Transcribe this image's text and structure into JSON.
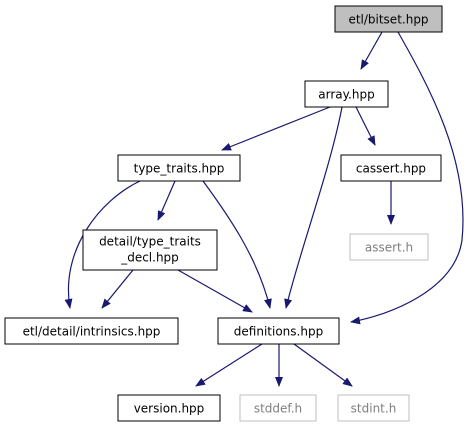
{
  "graph": {
    "colors": {
      "edge": "#191970",
      "root_fill": "#bfbfbf",
      "node_fill": "#ffffff",
      "node_border": "#000000",
      "external_border": "#bfbfbf",
      "external_text": "#7f7f7f",
      "text": "#000000"
    },
    "nodes": [
      {
        "id": "bitset",
        "label": "etl/bitset.hpp",
        "kind": "root"
      },
      {
        "id": "array",
        "label": "array.hpp",
        "kind": "normal"
      },
      {
        "id": "type_traits",
        "label": "type_traits.hpp",
        "kind": "normal"
      },
      {
        "id": "cassert",
        "label": "cassert.hpp",
        "kind": "normal"
      },
      {
        "id": "assert_h",
        "label": "assert.h",
        "kind": "external"
      },
      {
        "id": "decl",
        "label_lines": [
          "detail/type_traits",
          "_decl.hpp"
        ],
        "kind": "normal"
      },
      {
        "id": "intrinsics",
        "label": "etl/detail/intrinsics.hpp",
        "kind": "normal"
      },
      {
        "id": "definitions",
        "label": "definitions.hpp",
        "kind": "normal"
      },
      {
        "id": "version",
        "label": "version.hpp",
        "kind": "normal"
      },
      {
        "id": "stddef",
        "label": "stddef.h",
        "kind": "external"
      },
      {
        "id": "stdint",
        "label": "stdint.h",
        "kind": "external"
      }
    ],
    "edges": [
      {
        "from": "bitset",
        "to": "array"
      },
      {
        "from": "bitset",
        "to": "definitions"
      },
      {
        "from": "array",
        "to": "type_traits"
      },
      {
        "from": "array",
        "to": "cassert"
      },
      {
        "from": "array",
        "to": "definitions"
      },
      {
        "from": "type_traits",
        "to": "decl"
      },
      {
        "from": "type_traits",
        "to": "intrinsics"
      },
      {
        "from": "type_traits",
        "to": "definitions"
      },
      {
        "from": "cassert",
        "to": "assert_h"
      },
      {
        "from": "decl",
        "to": "intrinsics"
      },
      {
        "from": "decl",
        "to": "definitions"
      },
      {
        "from": "definitions",
        "to": "version"
      },
      {
        "from": "definitions",
        "to": "stddef"
      },
      {
        "from": "definitions",
        "to": "stdint"
      }
    ]
  }
}
